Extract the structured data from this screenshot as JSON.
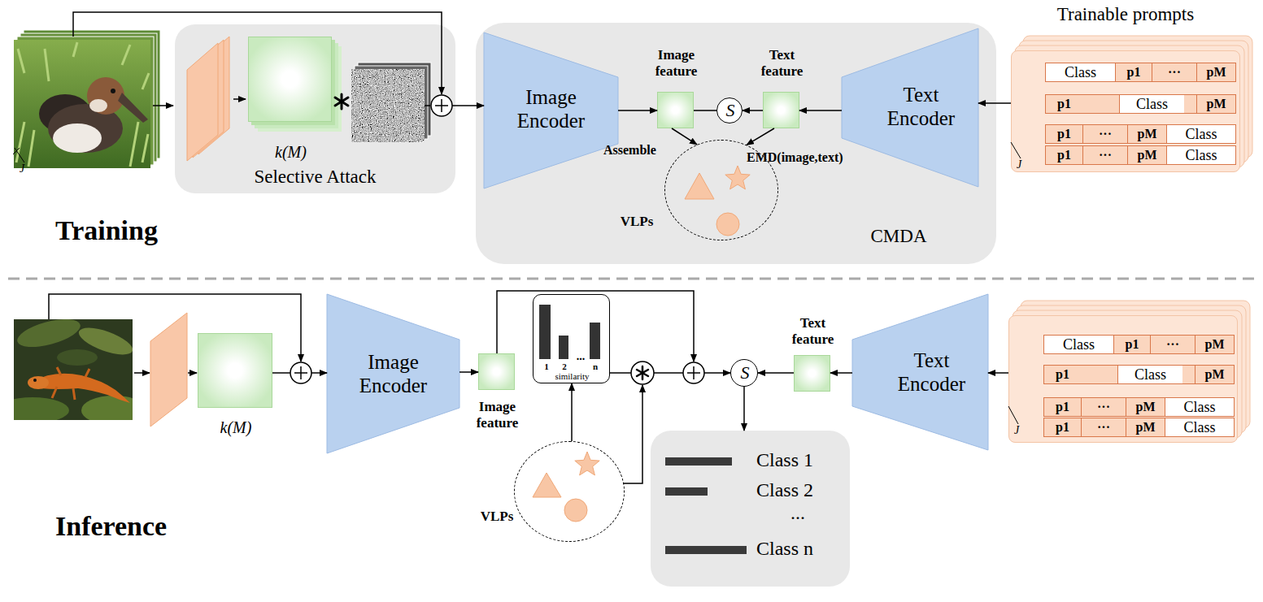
{
  "diagram": {
    "nodes": [
      {
        "text": [
          "Selective Attack"
        ]
      },
      {
        "text": [
          "k(M)"
        ],
        "in": 0
      },
      {
        "text": [
          "CMDA"
        ]
      },
      {
        "text": [
          "Image Encoder"
        ],
        "in": 2
      },
      {
        "text": [
          "Image feature"
        ],
        "in": 2
      },
      {
        "text": [
          "S"
        ],
        "in": 2
      },
      {
        "text": [
          "Text feature"
        ],
        "in": 2
      },
      {
        "text": [
          "Text Encoder"
        ],
        "in": 2
      },
      {
        "text": [
          "VLPs"
        ],
        "in": 2
      },
      {
        "text": [
          "Trainable prompts",
          "Class",
          "p1",
          "···",
          "pM",
          "p1",
          "Class",
          "pM",
          "p1",
          "···",
          "pM",
          "Class",
          "p1",
          "···",
          "pM",
          "Class"
        ]
      },
      {
        "text": [
          "k(M)"
        ]
      },
      {
        "text": [
          "Image Encoder"
        ]
      },
      {
        "text": [
          "Image feature"
        ]
      },
      {
        "text": [
          "1",
          "2",
          "...",
          "n",
          "similarity"
        ]
      },
      {
        "text": [
          "VLPs"
        ]
      },
      {
        "text": [
          "S"
        ]
      },
      {
        "text": [
          "Text feature"
        ]
      },
      {
        "text": [
          "Text Encoder"
        ]
      },
      {
        "text": [
          "Class",
          "p1",
          "···",
          "pM",
          "p1",
          "Class",
          "pM",
          "p1",
          "···",
          "pM",
          "Class",
          "p1",
          "···",
          "pM",
          "Class"
        ]
      },
      {
        "text": [
          "Class 1",
          "Class 2",
          "...",
          "Class n"
        ]
      }
    ],
    "edges": [
      {
        "from": 0,
        "to": 3,
        "arrow": "to"
      },
      {
        "from": 3,
        "to": 4,
        "arrow": "to"
      },
      {
        "from": 4,
        "to": 5,
        "arrow": "none"
      },
      {
        "from": 6,
        "to": 5,
        "arrow": "to"
      },
      {
        "from": 7,
        "to": 6,
        "arrow": "to"
      },
      {
        "from": 9,
        "to": 7,
        "arrow": "to"
      },
      {
        "from": 4,
        "to": 8,
        "label": "Assemble",
        "arrow": "to"
      },
      {
        "from": 6,
        "to": 8,
        "label": "EMD(image,text)",
        "arrow": "to"
      },
      {
        "from": 10,
        "to": 11,
        "arrow": "to"
      },
      {
        "from": 11,
        "to": 12,
        "arrow": "to"
      },
      {
        "from": 14,
        "to": 13,
        "arrow": "to"
      },
      {
        "from": 13,
        "to": 15,
        "arrow": "to"
      },
      {
        "from": 16,
        "to": 15,
        "arrow": "to"
      },
      {
        "from": 17,
        "to": 16,
        "arrow": "to"
      },
      {
        "from": 18,
        "to": 17,
        "arrow": "to"
      },
      {
        "from": 15,
        "to": 19,
        "arrow": "to"
      }
    ],
    "labels": [
      "Training",
      "Inference",
      "J",
      "J",
      "J"
    ]
  }
}
